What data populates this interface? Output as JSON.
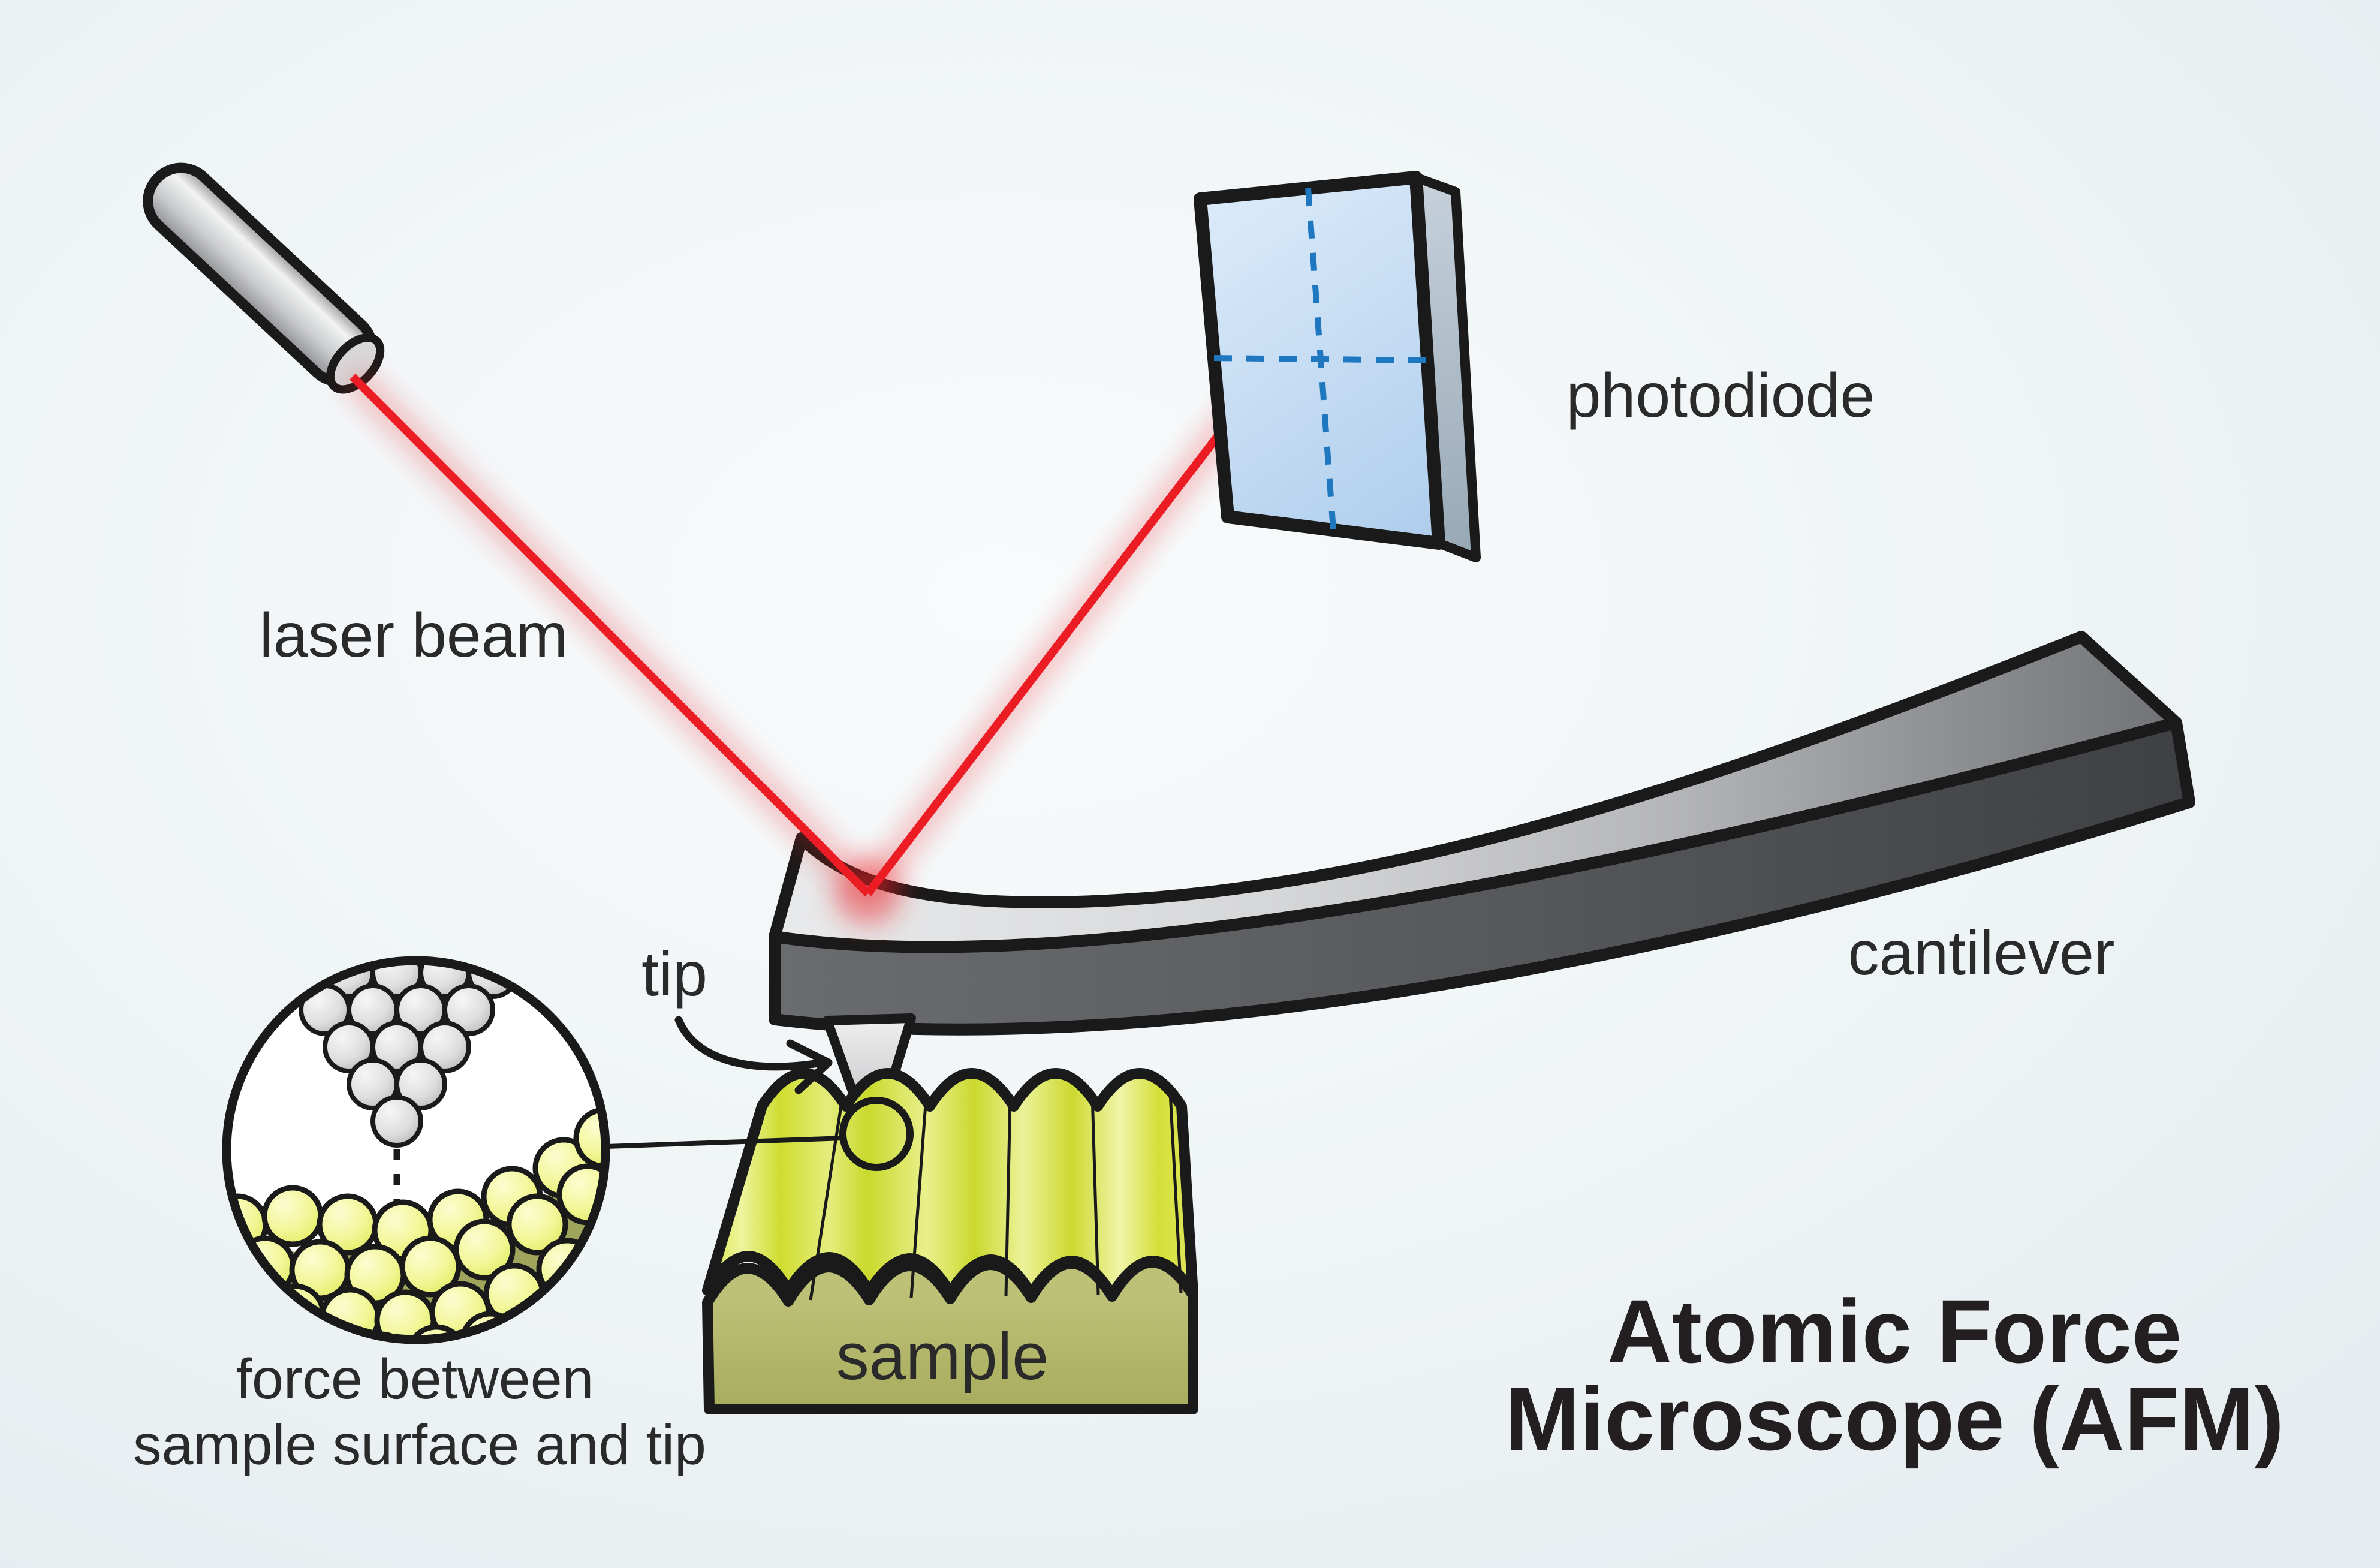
{
  "diagram": {
    "title": {
      "line1": "Atomic Force",
      "line2": "Microscope (AFM)"
    },
    "labels": {
      "laser_beam": "laser beam",
      "photodiode": "photodiode",
      "cantilever": "cantilever",
      "tip": "tip",
      "sample": "sample"
    },
    "inset_caption": {
      "line1": "force between",
      "line2": "sample surface and tip"
    },
    "colors": {
      "background": "#edf2f4",
      "text": "#2a2a2a",
      "laser_red": "#ec1c24",
      "photodiode_blue": "#c9e0f5",
      "crosshair_blue": "#1f78bf",
      "cantilever_gray": "#c9cacc",
      "sample_yellow": "#dce74a",
      "sample_front_olive": "#b4b96b",
      "tip_atoms_gray": "#d9d9db",
      "sample_atoms_yellow": "#edf387",
      "outline_black": "#1a1a1a"
    }
  }
}
